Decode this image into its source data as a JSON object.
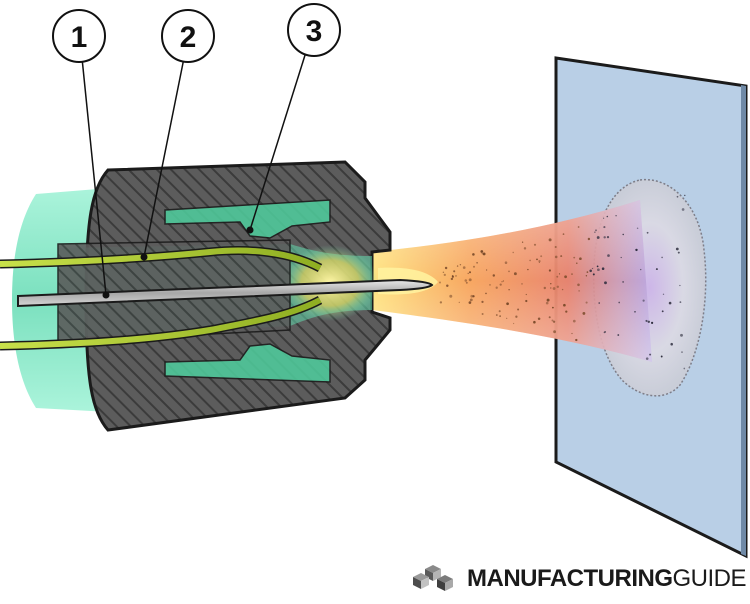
{
  "callouts": [
    {
      "label": "1"
    },
    {
      "label": "2"
    },
    {
      "label": "3"
    }
  ],
  "brand": {
    "part1": "MANUFACTURING",
    "part2": "GUIDE"
  },
  "colors": {
    "nozzle_body": "#5a5a5a",
    "gas_sleeve": "#6fe3bf",
    "wire": "#a8c22a",
    "flame_core": "#f08a4a",
    "substrate": "#b9cfe6"
  }
}
